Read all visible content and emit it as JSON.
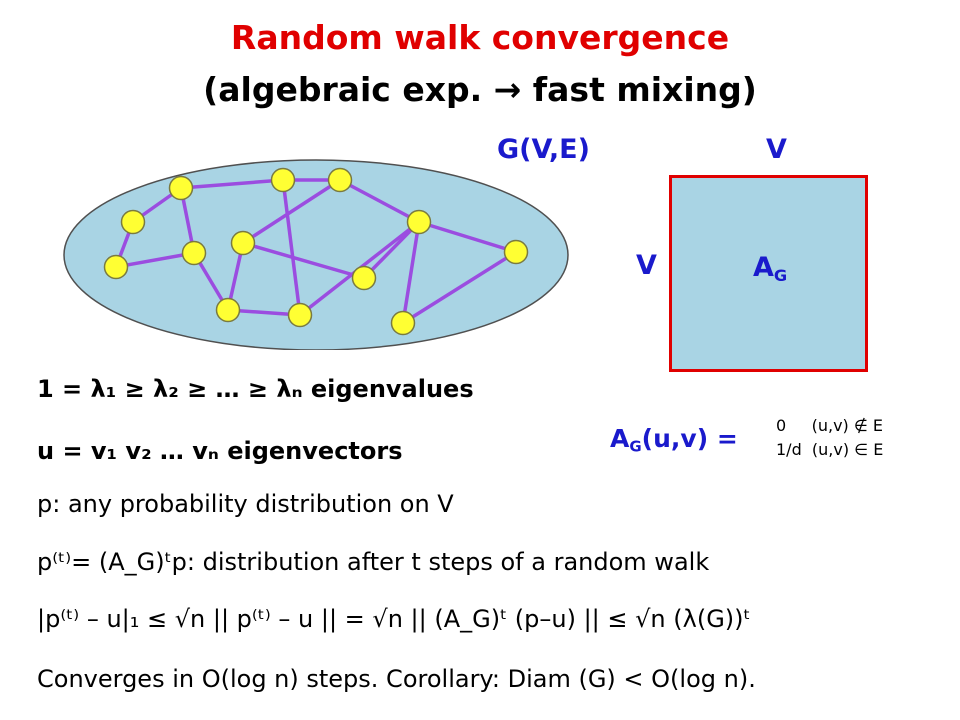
{
  "title": "Random walk convergence",
  "subtitle": "(algebraic exp.  →  fast mixing)",
  "graph": {
    "label": "G(V,E)",
    "colors": {
      "ellipse_fill": "#a9d4e4",
      "ellipse_stroke": "#505050",
      "edge": "#9b4de0",
      "node_fill": "#ffff33",
      "node_stroke": "#7a7a40"
    }
  },
  "matrix": {
    "top_label": "V",
    "left_label": "V",
    "name": "A",
    "name_sub": "G",
    "colors": {
      "fill": "#a9d4e4",
      "border": "#e00000"
    }
  },
  "adjacency_def": {
    "lhs_name": "A",
    "lhs_sub": "G",
    "lhs_rest": "(u,v) =",
    "case1": "0     (u,v) ∉ E",
    "case2": "1/d  (u,v) ∈ E"
  },
  "lines": {
    "eigenvalues": "1 = λ₁ ≥ λ₂ ≥ … ≥ λₙ  eigenvalues",
    "eigenvectors": "u = v₁   v₂  …      vₙ  eigenvectors",
    "prob": "p: any probability distribution on V",
    "pt": "p⁽ᵗ⁾= (A_G)ᵗp: distribution after t steps of a random walk",
    "bound": "|p⁽ᵗ⁾ – u|₁  ≤ √n || p⁽ᵗ⁾ – u || = √n || (A_G)ᵗ (p–u) ||  ≤ √n (λ(G))ᵗ",
    "conclusion": "Converges in O(log n) steps. Corollary: Diam (G) < O(log n)."
  }
}
